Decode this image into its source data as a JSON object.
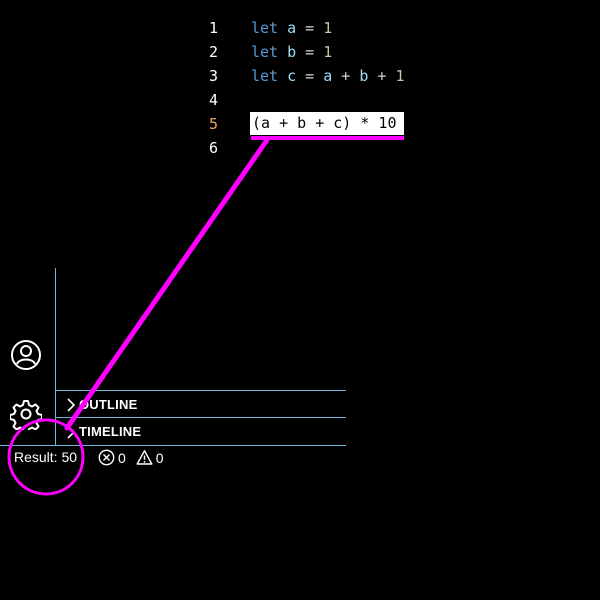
{
  "editor": {
    "lines": [
      {
        "number": "1",
        "tokens": [
          {
            "t": "let",
            "c": "kw"
          },
          {
            "t": " ",
            "c": "op"
          },
          {
            "t": "a",
            "c": "var"
          },
          {
            "t": " = ",
            "c": "op"
          },
          {
            "t": "1",
            "c": "num"
          }
        ]
      },
      {
        "number": "2",
        "tokens": [
          {
            "t": "let",
            "c": "kw"
          },
          {
            "t": " ",
            "c": "op"
          },
          {
            "t": "b",
            "c": "var"
          },
          {
            "t": " = ",
            "c": "op"
          },
          {
            "t": "1",
            "c": "num"
          }
        ]
      },
      {
        "number": "3",
        "tokens": [
          {
            "t": "let",
            "c": "kw"
          },
          {
            "t": " ",
            "c": "op"
          },
          {
            "t": "c",
            "c": "var"
          },
          {
            "t": " = ",
            "c": "op"
          },
          {
            "t": "a",
            "c": "var"
          },
          {
            "t": " + ",
            "c": "op"
          },
          {
            "t": "b",
            "c": "var"
          },
          {
            "t": " + ",
            "c": "op"
          },
          {
            "t": "1",
            "c": "num"
          }
        ]
      },
      {
        "number": "4",
        "tokens": []
      },
      {
        "number": "5",
        "tokens": [],
        "active": true
      },
      {
        "number": "6",
        "tokens": []
      }
    ],
    "selected_expression": "(a + b + c) * 10"
  },
  "activity_bar": {
    "account_icon": "account-icon",
    "settings_icon": "gear-icon"
  },
  "sidebar": {
    "sections": [
      {
        "label": "OUTLINE",
        "icon": "chevron-right-icon"
      },
      {
        "label": "TIMELINE",
        "icon": "chevron-right-icon"
      }
    ]
  },
  "status_bar": {
    "result_text": "Result: 50",
    "errors_count": "0",
    "warnings_count": "0",
    "error_icon": "error-circle-icon",
    "warning_icon": "warning-triangle-icon"
  },
  "annotation": {
    "color": "#ff00ff",
    "icon": "callout-connector"
  },
  "colors": {
    "keyword": "#569cd6",
    "variable": "#9cdcfe",
    "number": "#b5cea8",
    "active_line_number": "#f0a35a",
    "panel_border": "#6fb7d8"
  }
}
